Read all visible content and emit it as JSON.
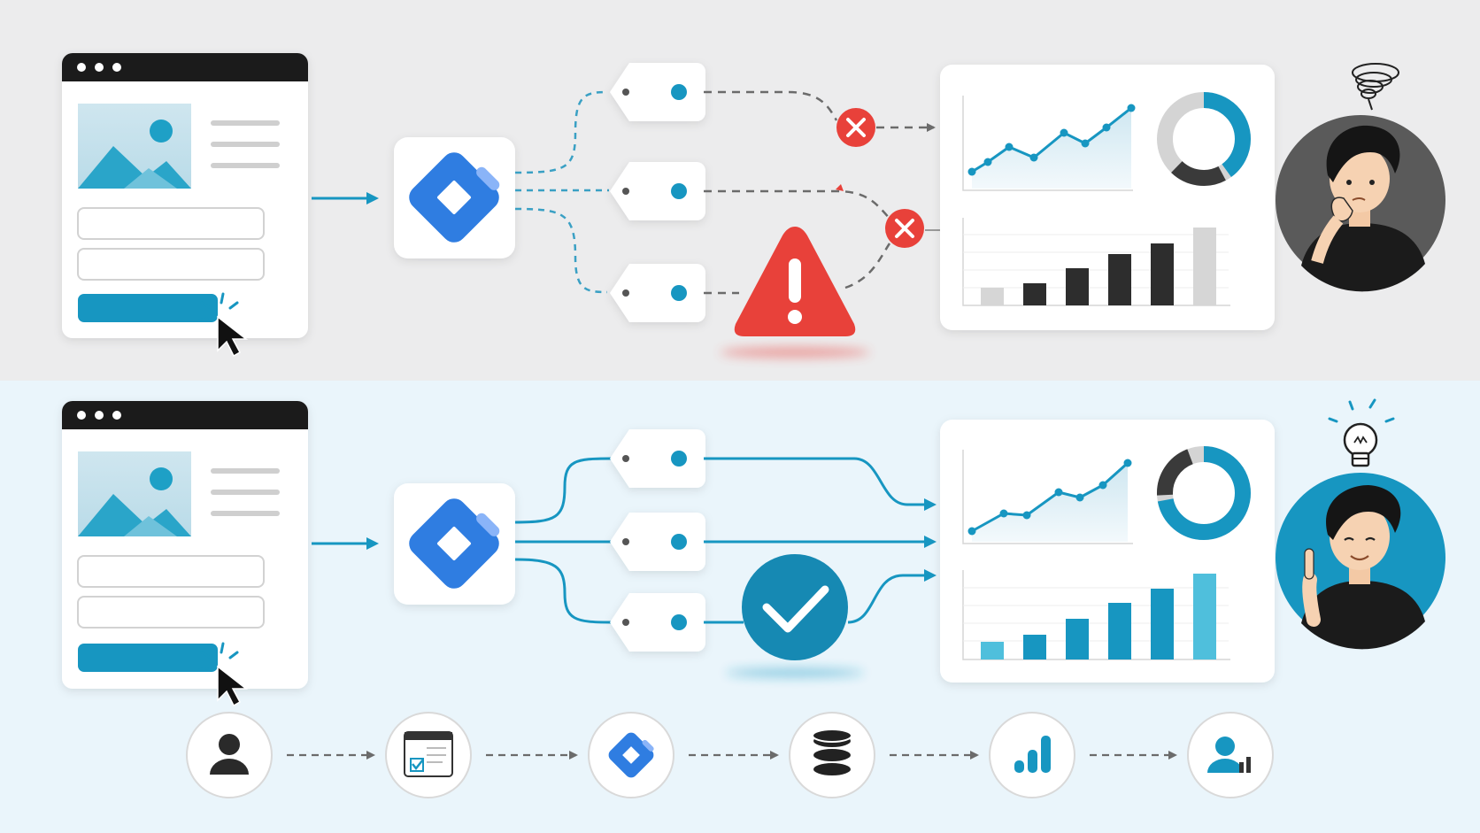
{
  "colors": {
    "top_bg": "#ececed",
    "bottom_bg": "#eaf5fb",
    "accent": "#1796c1",
    "accent_light": "#4fbfdc",
    "dark": "#2a2a2a",
    "error": "#e8413a",
    "gray_bar": "#c9c9c9",
    "card": "#ffffff",
    "gtm_blue": "#2f7de1",
    "gtm_light": "#8ab4f8"
  },
  "panels": {
    "broken": {
      "name": "broken-tracking",
      "status": "error",
      "person_mood": "confused",
      "bar_levels": [
        0.2,
        0.25,
        0.42,
        0.58,
        0.7,
        0.88
      ],
      "donut_fill": 0.4
    },
    "fixed": {
      "name": "working-tracking",
      "status": "success",
      "person_mood": "idea",
      "bar_levels": [
        0.2,
        0.28,
        0.46,
        0.64,
        0.8,
        0.97
      ],
      "donut_fill": 0.72
    }
  },
  "pipeline": {
    "steps": [
      {
        "icon": "user-icon",
        "label": "user"
      },
      {
        "icon": "form-checklist-icon",
        "label": "website-form"
      },
      {
        "icon": "tag-manager-icon",
        "label": "tag-manager"
      },
      {
        "icon": "database-icon",
        "label": "database"
      },
      {
        "icon": "analytics-bars-icon",
        "label": "analytics"
      },
      {
        "icon": "user-report-icon",
        "label": "user-report"
      }
    ]
  }
}
